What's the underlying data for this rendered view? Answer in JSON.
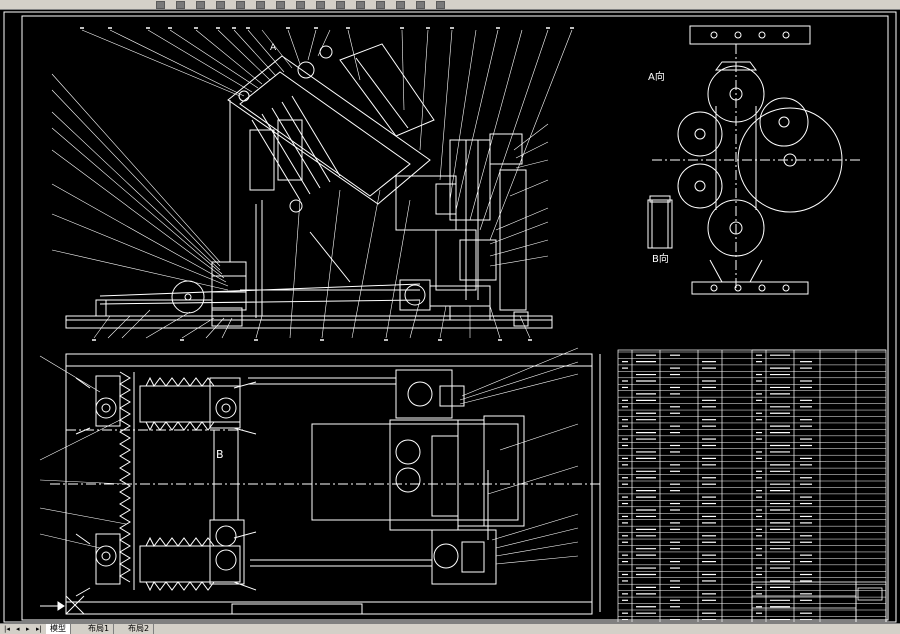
{
  "toolbar": {
    "icons": [
      "new-icon",
      "open-icon",
      "save-icon",
      "print-icon",
      "cut-icon",
      "copy-icon",
      "paste-icon",
      "undo-icon",
      "redo-icon",
      "pan-icon",
      "zoom-icon",
      "zoom-window-icon",
      "zoom-previous-icon",
      "properties-icon",
      "layer-icon"
    ]
  },
  "drawing": {
    "view_a_label": "A向",
    "view_b_label": "B向",
    "plan_label_b": "B",
    "section_a_mark": "A"
  },
  "tabs": {
    "model": "模型",
    "layout1": "布局1",
    "layout2": "布局2"
  },
  "colors": {
    "background": "#000000",
    "linework": "#ffffff",
    "ui_chrome": "#d4d0c8"
  }
}
